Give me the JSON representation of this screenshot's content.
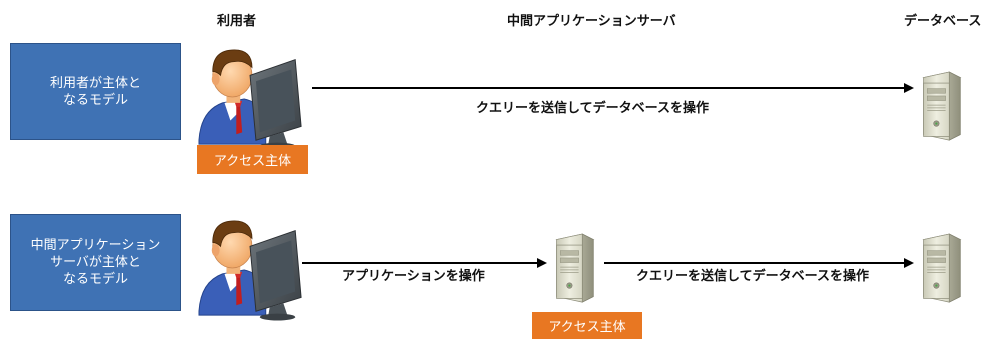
{
  "headers": {
    "user": "利用者",
    "middle": "中間アプリケーションサーバ",
    "database": "データベース"
  },
  "row1": {
    "model_label": "利用者が主体と\nなるモデル",
    "access_badge": "アクセス主体",
    "arrow_label": "クエリーを送信してデータベースを操作"
  },
  "row2": {
    "model_label": "中間アプリケーション\nサーバが主体と\nなるモデル",
    "access_badge": "アクセス主体",
    "arrow1_label": "アプリケーションを操作",
    "arrow2_label": "クエリーを送信してデータベースを操作"
  },
  "icons": {
    "user": "user-at-computer-icon",
    "server": "server-tower-icon"
  },
  "colors": {
    "model_box": "#3f72b4",
    "access_badge": "#e87722"
  }
}
